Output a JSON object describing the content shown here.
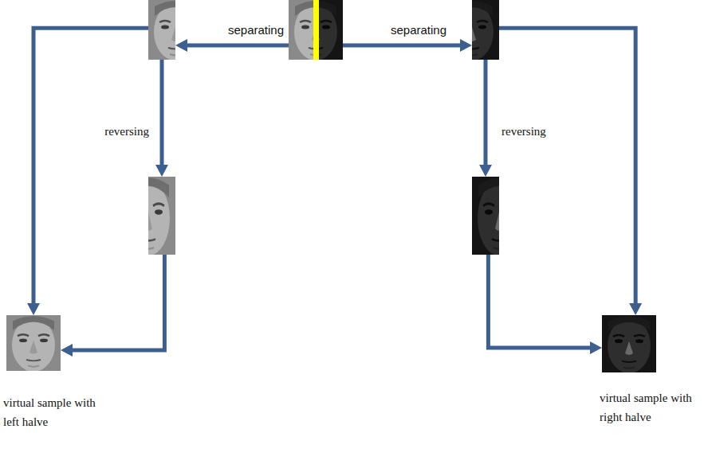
{
  "diagram": {
    "nodes": [
      {
        "text": []
      },
      {
        "text": []
      },
      {
        "text": []
      },
      {
        "text": []
      },
      {
        "text": []
      },
      {
        "text": [
          "virtual sample with left halve"
        ]
      },
      {
        "text": [
          "virtual sample with right halve"
        ]
      }
    ],
    "edges": [
      {
        "from": 1,
        "to": 0,
        "arrow": "to",
        "label": "separating"
      },
      {
        "from": 1,
        "to": 2,
        "arrow": "to",
        "label": "separating"
      },
      {
        "from": 0,
        "to": 3,
        "arrow": "to",
        "label": "reversing"
      },
      {
        "from": 2,
        "to": 4,
        "arrow": "to",
        "label": "reversing"
      },
      {
        "from": 0,
        "to": 5,
        "arrow": "to"
      },
      {
        "from": 3,
        "to": 5,
        "arrow": "to"
      },
      {
        "from": 2,
        "to": 6,
        "arrow": "to"
      },
      {
        "from": 4,
        "to": 6,
        "arrow": "to"
      }
    ]
  }
}
